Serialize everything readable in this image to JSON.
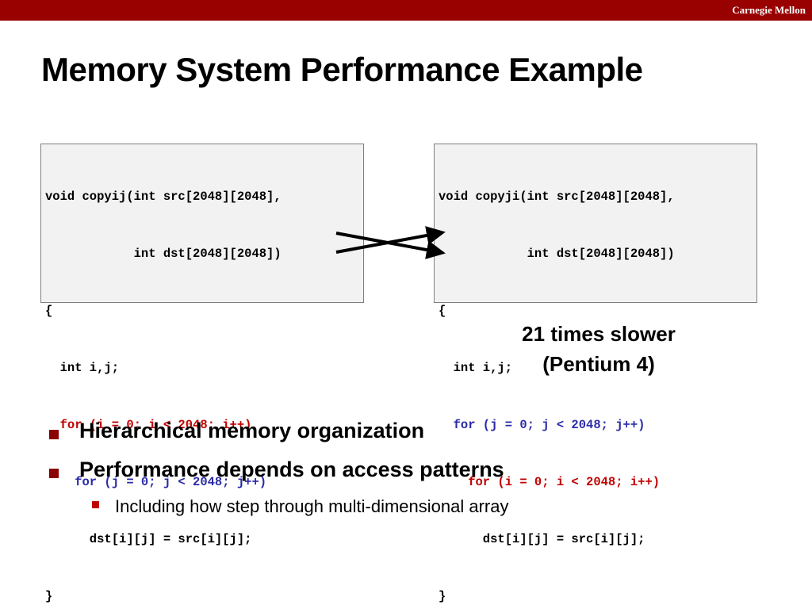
{
  "header": {
    "brand": "Carnegie Mellon"
  },
  "slide": {
    "title": "Memory System Performance Example"
  },
  "code_left": {
    "lines": [
      "void copyij(int src[2048][2048],",
      "            int dst[2048][2048])",
      "{",
      "  int i,j;",
      "  for (i = 0; i < 2048; i++)",
      "    for (j = 0; j < 2048; j++)",
      "      dst[i][j] = src[i][j];",
      "}"
    ]
  },
  "code_right": {
    "lines": [
      "void copyji(int src[2048][2048],",
      "            int dst[2048][2048])",
      "{",
      "  int i,j;",
      "  for (j = 0; j < 2048; j++)",
      "    for (i = 0; i < 2048; i++)",
      "      dst[i][j] = src[i][j];",
      "}"
    ]
  },
  "result": {
    "line1": "21 times slower",
    "line2": "(Pentium 4)"
  },
  "bullets": [
    "Hierarchical memory organization",
    "Performance depends on access patterns"
  ],
  "sub_bullets": [
    "Including how step through multi-dimensional array"
  ],
  "colors": {
    "header_bar": "#990000",
    "outer_loop_i": "#c00000",
    "inner_loop_j": "#2b2ba8",
    "code_background": "#f2f2f2"
  },
  "icons": {
    "arrows": "crossed-swap-arrows-icon",
    "bullet": "square-bullet-icon"
  }
}
